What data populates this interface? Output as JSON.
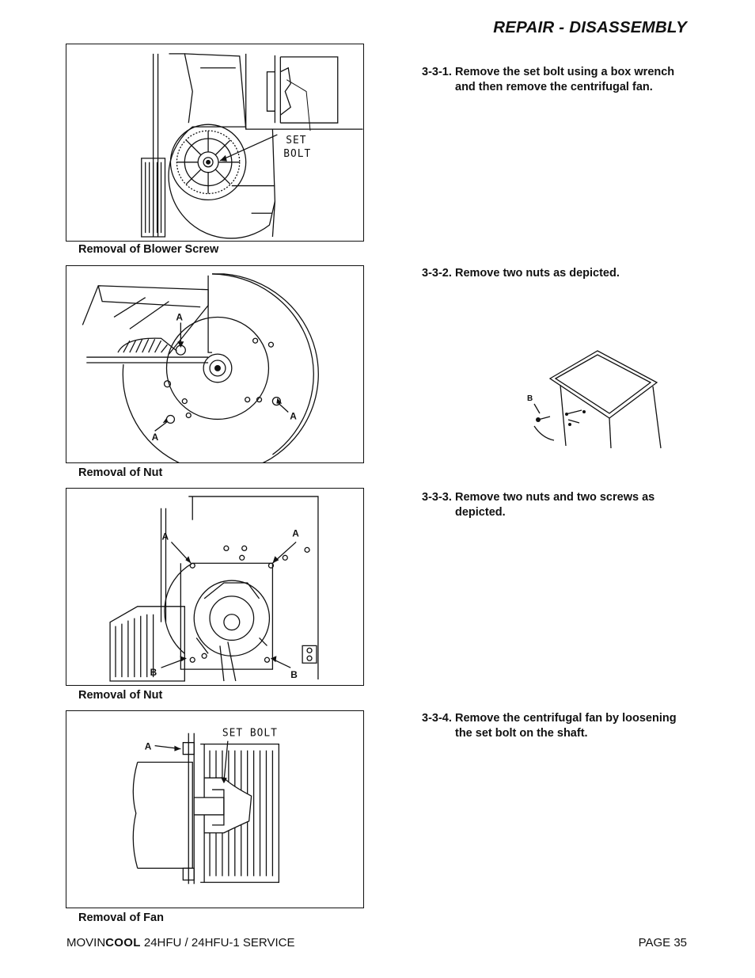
{
  "header": {
    "title": "REPAIR - DISASSEMBLY"
  },
  "figures": [
    {
      "caption": "Removal of Blower Screw",
      "labels": {
        "set": "SET",
        "bolt": "BOLT"
      }
    },
    {
      "caption": "Removal of Nut",
      "labels": {
        "a1": "A",
        "a2": "A",
        "a3": "A"
      }
    },
    {
      "caption": "Removal of Nut",
      "labels": {
        "a1": "A",
        "a2": "A",
        "b1": "B",
        "b2": "B"
      }
    },
    {
      "caption": "Removal of Fan",
      "labels": {
        "a": "A",
        "setbolt": "SET BOLT"
      }
    }
  ],
  "steps": [
    {
      "number": "3-3-1.",
      "text": "Remove the set bolt using a box wrench and then remove the centrifugal fan."
    },
    {
      "number": "3-3-2.",
      "text": "Remove two nuts as depicted.",
      "inline_figure_label": "B"
    },
    {
      "number": "3-3-3.",
      "text": "Remove two nuts and two screws as depicted."
    },
    {
      "number": "3-3-4.",
      "text": "Remove the centrifugal fan by loosening the set bolt on the shaft."
    }
  ],
  "footer": {
    "brand_prefix": "MOVIN",
    "brand_bold": "COOL",
    "model": " 24HFU / 24HFU-1 SERVICE",
    "page": "PAGE 35"
  }
}
